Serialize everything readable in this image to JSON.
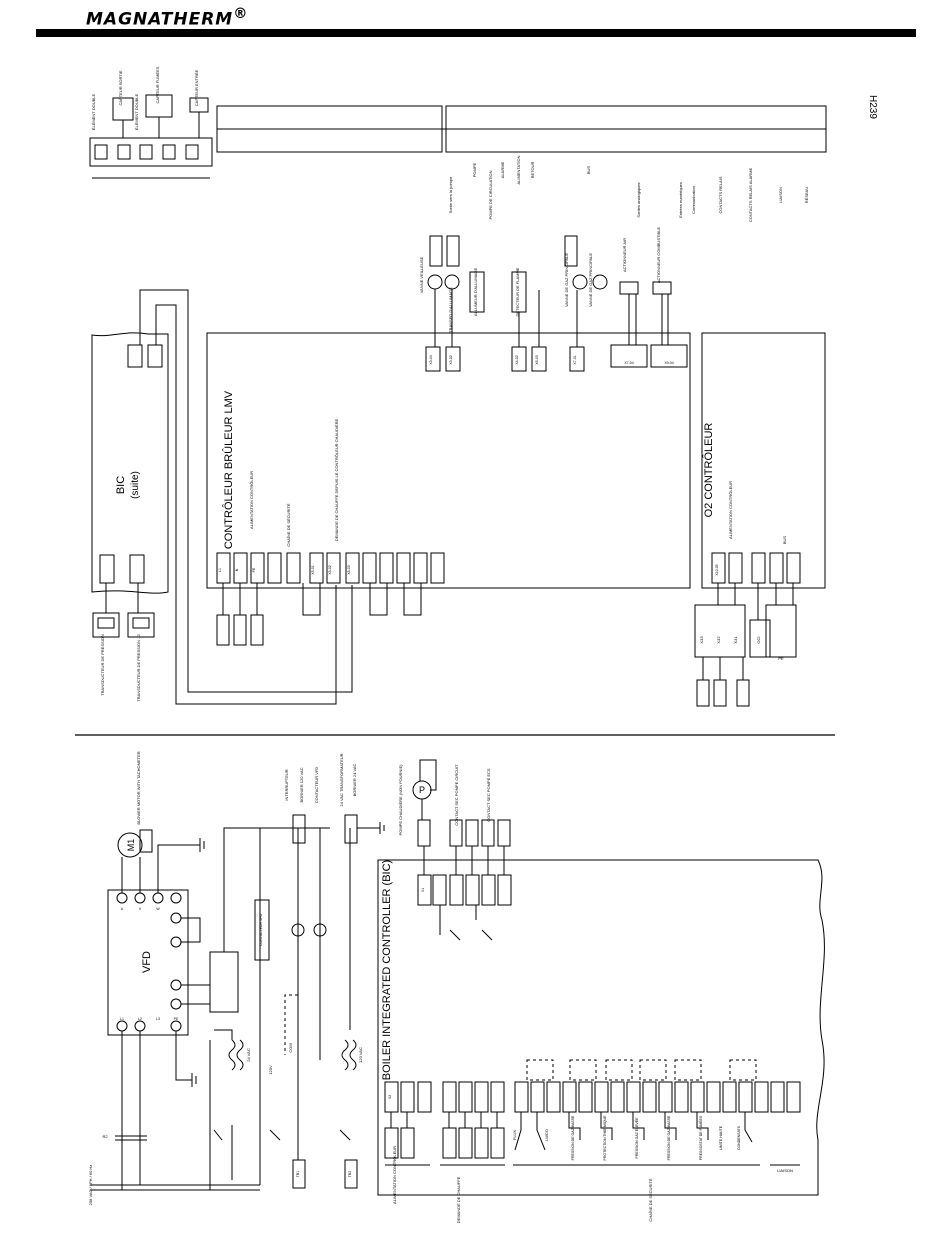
{
  "header": {
    "logo": "MAGNATHERM",
    "logo_mark": "®",
    "doc_id": "H239"
  },
  "upper": {
    "bic_title": "BIC",
    "bic_subtitle": "(suite)",
    "lmv_title": "CONTRÔLEUR BRÛLEUR LMV",
    "o2_title": "O2 CONTRÔLEUR",
    "lmv_power_label": "ALIMENTATION CONTRÔLEUR",
    "lmv_safety_label": "CHAÎNE DE SÉCURITÉ",
    "lmv_demand_label": "DEMANDE DE CHAUFFE DEPUIS LE CONTRÔLEUR CHAUDIÈRE",
    "o2_power_label": "ALIMENTATION CONTRÔLEUR",
    "o2_bus_label": "BUS",
    "sensor_labels": [
      "TRANSDUCTEUR DE PRESSION",
      "TRANSDUCTEUR DE PRESSION - 2"
    ],
    "element_labels": [
      "ÉLÉMENT DOUBLE",
      "CAPTEUR SORTIE",
      "ÉLÉMENT DOUBLE",
      "CAPTEUR FUMÉES",
      "CAPTEUR ENTRÉE"
    ],
    "valve_labels": [
      "VANNE VEILLEUSE",
      "TRANSFO D'ALLUMAGE",
      "ALLUMEUR D'ALLUMAGE",
      "DÉTECTEUR DE FLAMME",
      "VANNE DE GAZ PRINCIPALE",
      "VANNE DE GAZ PRINCIPALE"
    ],
    "actuator_labels": [
      "ACTIONNEUR AIR",
      "ACTIONNEUR COMBUSTIBLE"
    ],
    "right_labels": [
      "Sortie vers la pompe",
      "ALARME",
      "RETOUR",
      "POMPE",
      "POMPE DE CIRCULATION",
      "ALIMENTATION",
      "BUS",
      "Sorties analogiques",
      "CONTACTS RELAIS",
      "Entrées numériques",
      "Communication",
      "CONTACTS RELAIS ALARME",
      "LIAISON",
      "RÉSEAU"
    ],
    "bus_labels": [
      "X33",
      "X32",
      "X31",
      "OCI",
      "PE"
    ],
    "small_labels": [
      "L1",
      "N",
      "PE",
      "X5-01",
      "X5-02",
      "X5-03",
      "X3-04",
      "X3-02",
      "X4-02",
      "X6-03",
      "X7-01",
      "X7-04",
      "X9-04",
      "X10-05"
    ]
  },
  "lower": {
    "vfd_title": "VFD",
    "motor_title": "M1",
    "bic_long_title": "BOILER INTEGRATED CONTROLLER (BIC)",
    "supply_label": "208 VAC / 1PH / 60 Hz",
    "blower_label": "BLOWER MOTOR WITH TACHOMETER",
    "switch_labels": [
      "INTERRUPTEUR",
      "BORNIER 120 VAC",
      "CONTACTEUR VFD",
      "24 VAC TRANSFORMATEUR",
      "BORNIER 24 VAC"
    ],
    "pump_label": "POMPE CHAUDIÈRE (NON FOURNIE)",
    "pump_symbol": "P",
    "contact_labels": [
      "CONTACT SEC POMPE CIRCUIT",
      "CONTACT SEC POMPE ECS"
    ],
    "side_labels": [
      "ALIMENTATION CONTRÔLEUR",
      "DEMANDE DE CHAUFFE",
      "CHAÎNE DE SÉCURITÉ",
      "LIAISON"
    ],
    "chain_labels": [
      "FLUX",
      "LWCO",
      "PRESSION DE GAZ BASSE",
      "PROTECTION THERMIQUE",
      "PRESSION GAZ ÉLEVÉE",
      "PRESSION DE GAZ BASSE",
      "PRESSOSTAT DE FUMÉES",
      "LIMITE HAUTE",
      "CONDENSATS"
    ],
    "small_labels": [
      "R2",
      "L1",
      "L2",
      "L3",
      "PE",
      "U",
      "V",
      "W",
      "24 VAC",
      "120 VAC",
      "120V",
      "COM",
      "CONTACTEUR VFD",
      "TB1",
      "TB2",
      "X1",
      "X2"
    ]
  }
}
